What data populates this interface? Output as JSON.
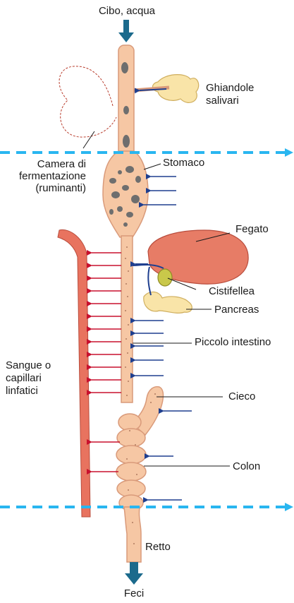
{
  "labels": {
    "input": "Cibo, acqua",
    "salivary_1": "Ghiandole",
    "salivary_2": "salivari",
    "chamber_1": "Camera di",
    "chamber_2": "fermentazione",
    "chamber_3": "(ruminanti)",
    "stomach": "Stomaco",
    "liver": "Fegato",
    "gallbladder": "Cistifellea",
    "pancreas": "Pancreas",
    "small_intestine": "Piccolo intestino",
    "blood_1": "Sangue o",
    "blood_2": "capillari",
    "blood_3": "linfatici",
    "cecum": "Cieco",
    "colon": "Colon",
    "rectum": "Retto",
    "output": "Feci"
  },
  "colors": {
    "tract_fill": "#f6c7a4",
    "tract_stroke": "#d99a7a",
    "blood_vessel": "#e8735f",
    "absorption_arrow": "#c8102e",
    "secretion_arrow": "#1f3f8f",
    "liver": "#e77c66",
    "gallbladder": "#c9c84a",
    "gland": "#f9e4a8",
    "food_particle": "#6e6e6e",
    "dashed_line": "#29b6f0",
    "input_arrow": "#1b6a8c"
  }
}
